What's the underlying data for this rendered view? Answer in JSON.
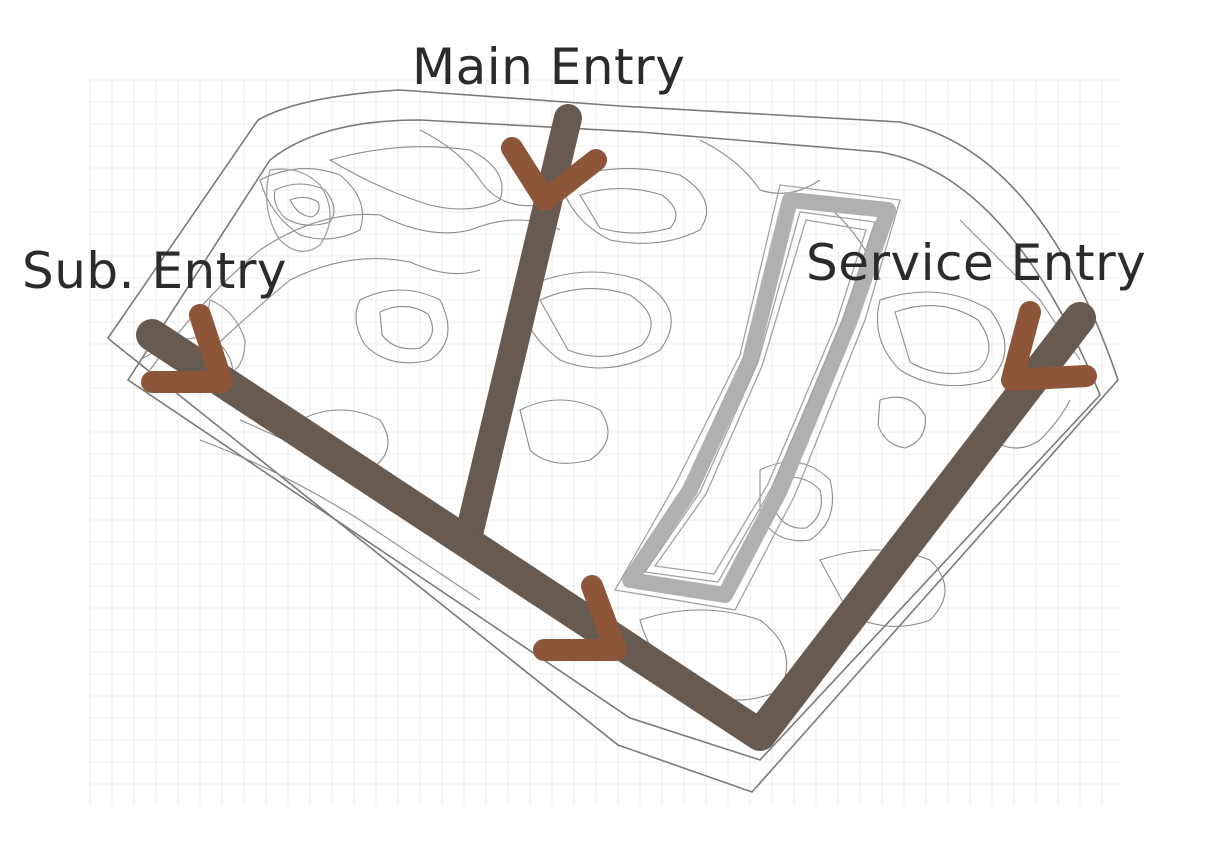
{
  "labels": {
    "main_entry": "Main Entry",
    "sub_entry": "Sub. Entry",
    "service_entry": "Service Entry"
  },
  "colors": {
    "path": "#675a50",
    "arrow": "#8e5639",
    "label": "#2b2b2b",
    "contour": "#8c8c8c",
    "background": "#ffffff"
  }
}
